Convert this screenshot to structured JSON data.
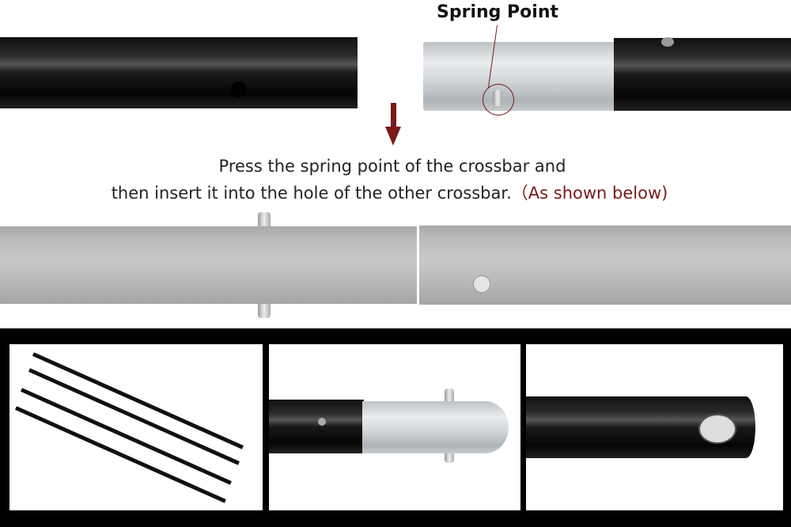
{
  "label": "Spring Point",
  "instruction": {
    "line1": "Press the spring point of the crossbar and",
    "line2": "then insert it into the hole of the other crossbar.",
    "note": "（As shown below)"
  },
  "colors": {
    "accent": "#7a1a1a",
    "text": "#222222"
  }
}
